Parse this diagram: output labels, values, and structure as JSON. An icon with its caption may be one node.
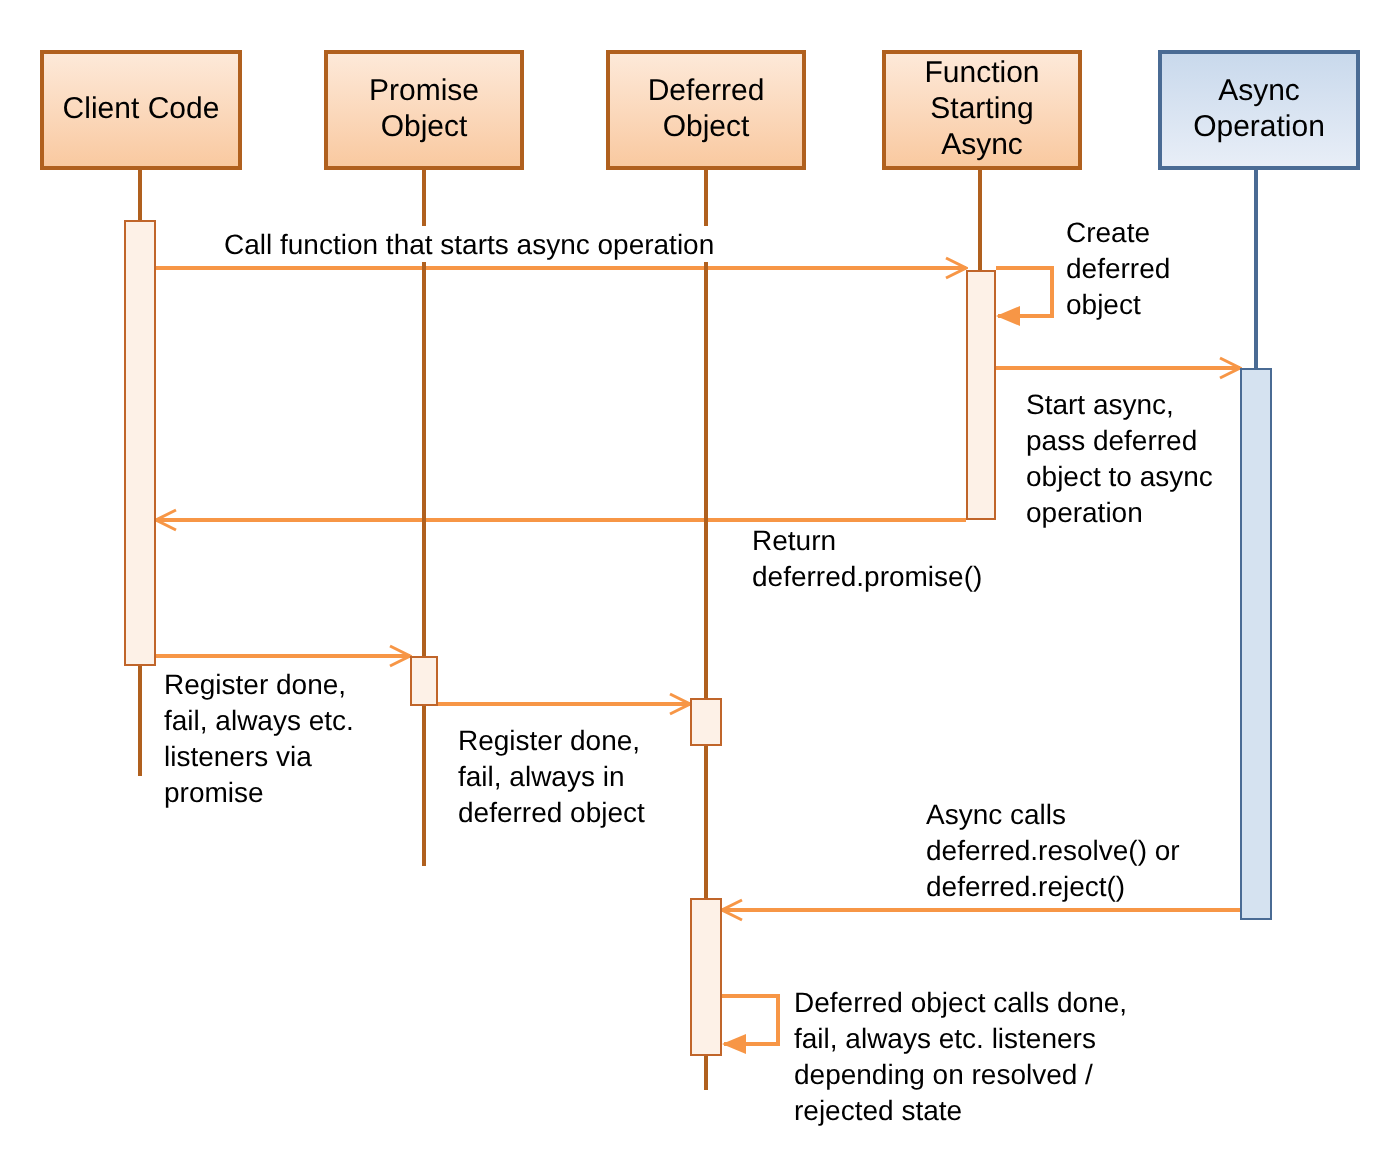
{
  "diagram": {
    "nodes": [
      {
        "text": [
          "Client Code"
        ]
      },
      {
        "text": [
          "Promise Object"
        ]
      },
      {
        "text": [
          "Deferred Object"
        ]
      },
      {
        "text": [
          "Function Starting Async"
        ]
      },
      {
        "text": [
          "Async Operation"
        ]
      },
      {
        "text": [],
        "shape": "bar"
      },
      {
        "text": [],
        "shape": "bar"
      },
      {
        "text": [],
        "shape": "bar"
      },
      {
        "text": [],
        "shape": "bar"
      },
      {
        "text": [],
        "shape": "bar"
      },
      {
        "text": [],
        "shape": "bar"
      }
    ],
    "edges": [
      {
        "from": 5,
        "to": 6,
        "arrow": "to",
        "label": "Call function that starts async operation"
      },
      {
        "from": 6,
        "to": 6,
        "arrow": "to",
        "label": "Create deferred object"
      },
      {
        "from": 6,
        "to": 7,
        "arrow": "to",
        "label": "Start async, pass deferred object to async operation"
      },
      {
        "from": 6,
        "to": 5,
        "arrow": "to",
        "label": "Return deferred.promise()"
      },
      {
        "from": 5,
        "to": 8,
        "arrow": "to",
        "label": "Register done, fail, always etc. listeners via promise"
      },
      {
        "from": 8,
        "to": 9,
        "arrow": "to",
        "label": "Register done, fail, always in deferred object"
      },
      {
        "from": 7,
        "to": 10,
        "arrow": "to",
        "label": "Async calls deferred.resolve() or deferred.reject()"
      },
      {
        "from": 10,
        "to": 10,
        "arrow": "to",
        "label": "Deferred object calls done, fail, always etc. listeners depending on resolved / rejected state"
      },
      {
        "from": 0,
        "to": 5,
        "arrow": "none",
        "color": "#b0601e"
      },
      {
        "from": 5,
        "to": null,
        "arrow": "none",
        "color": "#b0601e"
      },
      {
        "from": 1,
        "to": 8,
        "arrow": "none",
        "color": "#b0601e"
      },
      {
        "from": 8,
        "to": null,
        "arrow": "none",
        "color": "#b0601e"
      },
      {
        "from": 2,
        "to": 9,
        "arrow": "none",
        "color": "#b0601e"
      },
      {
        "from": 9,
        "to": 10,
        "arrow": "none",
        "color": "#b0601e"
      },
      {
        "from": 10,
        "to": null,
        "arrow": "none",
        "color": "#b0601e"
      },
      {
        "from": 3,
        "to": 6,
        "arrow": "none",
        "color": "#b0601e"
      },
      {
        "from": 4,
        "to": 7,
        "arrow": "none",
        "color": "#4a6b94"
      }
    ]
  }
}
